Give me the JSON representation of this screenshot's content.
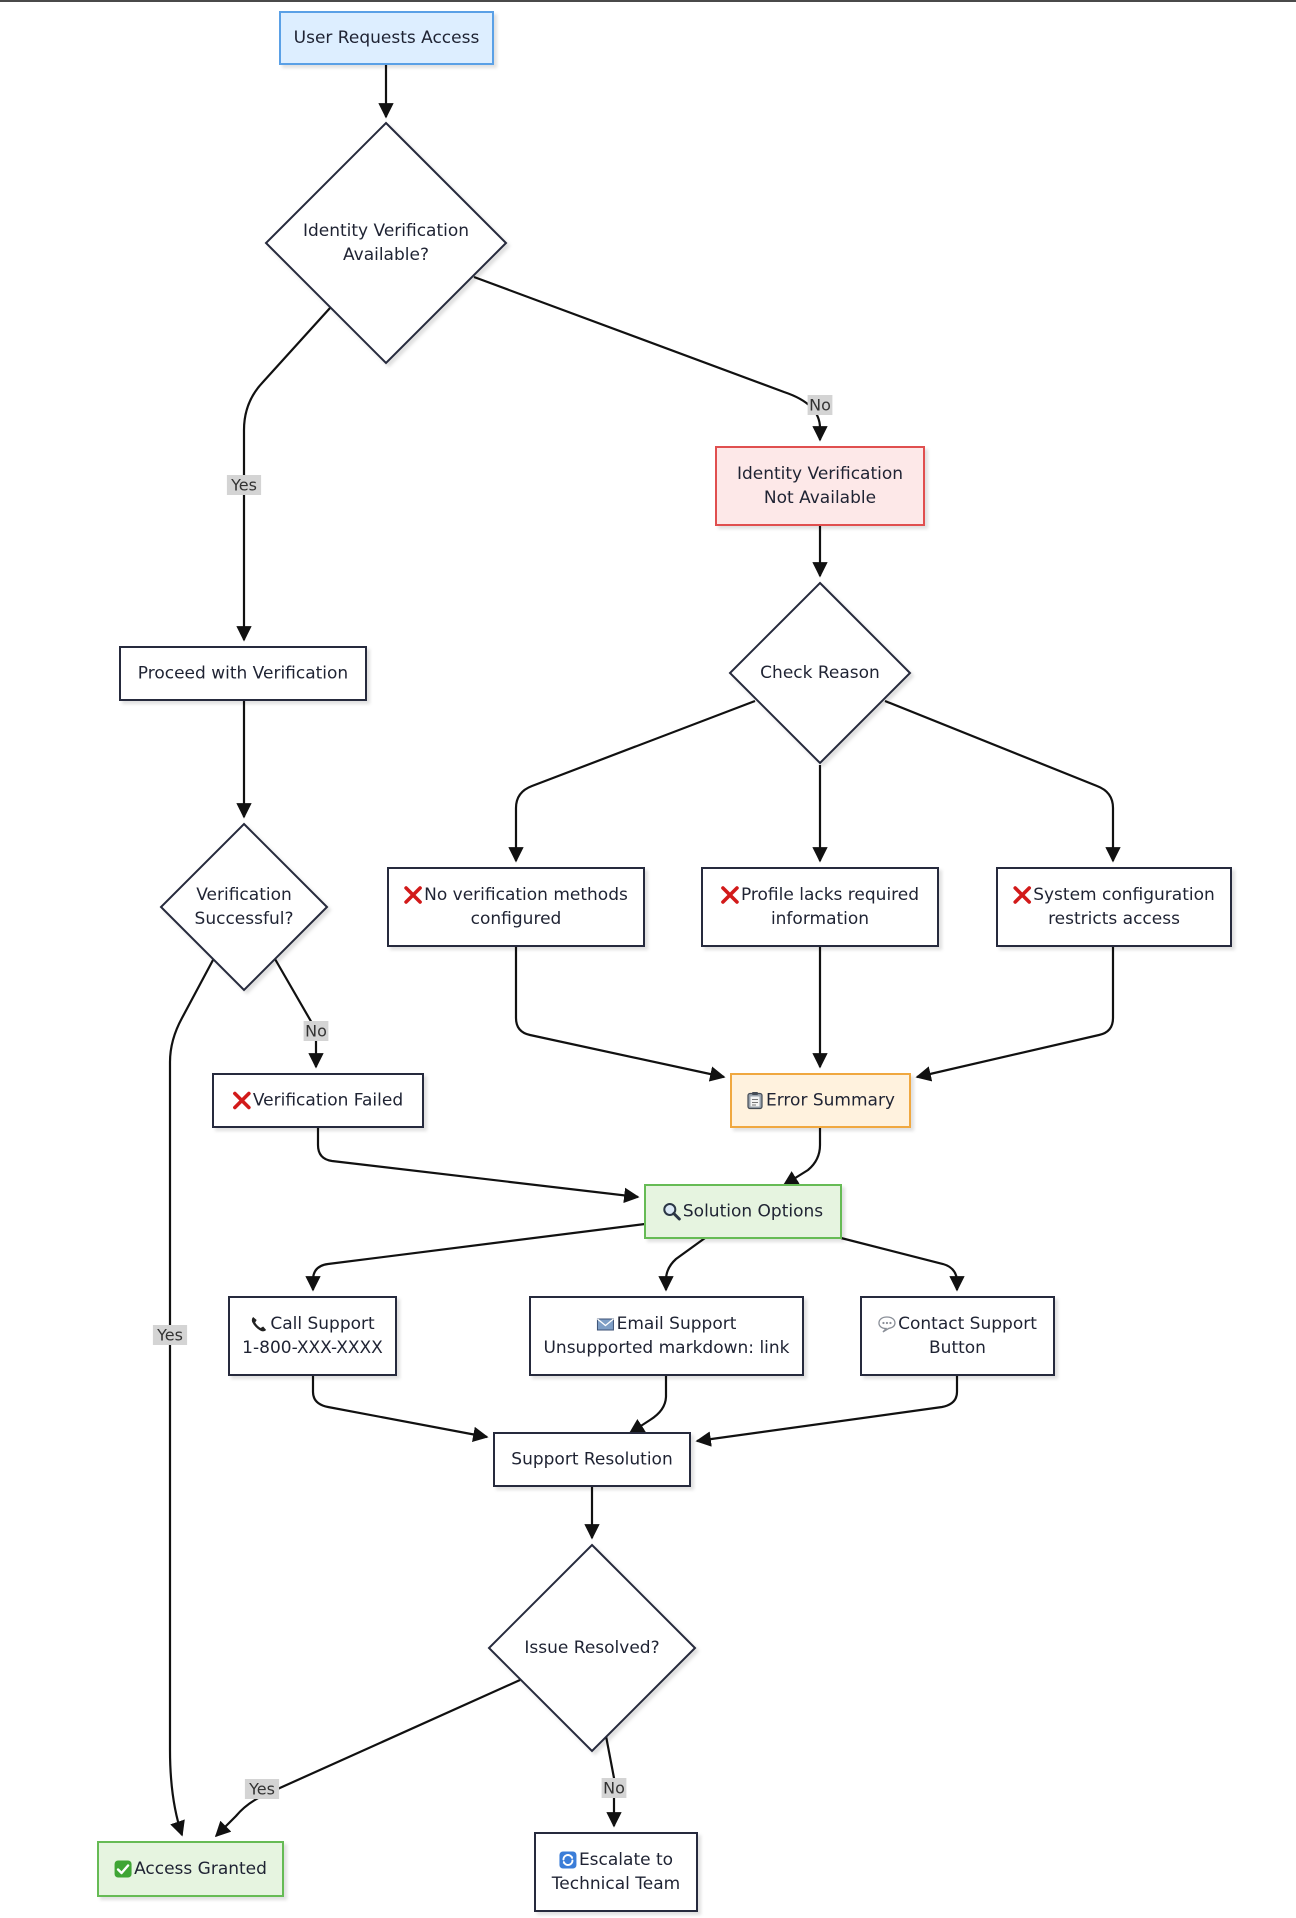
{
  "colors": {
    "start_fill": "#ddeeff",
    "start_stroke": "#5aa0e6",
    "error_fill": "#fde8e8",
    "error_stroke": "#e05050",
    "summary_fill": "#fff2de",
    "summary_stroke": "#f0a840",
    "success_fill": "#e6f4e0",
    "success_stroke": "#66bb55",
    "default_fill": "#ffffff",
    "default_stroke": "#262a3c",
    "edge": "#111111",
    "label_bg": "#d4d4d4"
  },
  "nodes": {
    "start": {
      "lines": [
        "User Requests Access"
      ]
    },
    "identity_check": {
      "lines": [
        "Identity Verification",
        "Available?"
      ]
    },
    "proceed": {
      "lines": [
        "Proceed with Verification"
      ]
    },
    "not_available": {
      "lines": [
        "Identity Verification",
        "Not Available"
      ]
    },
    "check_reason": {
      "lines": [
        "Check Reason"
      ]
    },
    "verify_success": {
      "lines": [
        "Verification",
        "Successful?"
      ]
    },
    "no_methods": {
      "icon": "red-x-icon",
      "lines": [
        "No verification methods",
        "configured"
      ]
    },
    "profile_lacks": {
      "icon": "red-x-icon",
      "lines": [
        "Profile lacks required",
        "information"
      ]
    },
    "system_config": {
      "icon": "red-x-icon",
      "lines": [
        "System configuration",
        "restricts access"
      ]
    },
    "verify_failed": {
      "icon": "red-x-icon",
      "lines": [
        "Verification Failed"
      ]
    },
    "error_summary": {
      "icon": "clipboard-icon",
      "lines": [
        "Error Summary"
      ]
    },
    "solution_options": {
      "icon": "magnifier-icon",
      "lines": [
        "Solution Options"
      ]
    },
    "call_support": {
      "icon": "phone-icon",
      "lines": [
        "Call Support",
        "1-800-XXX-XXXX"
      ]
    },
    "email_support": {
      "icon": "envelope-icon",
      "lines": [
        "Email Support",
        "Unsupported markdown: link"
      ]
    },
    "contact_support": {
      "icon": "speech-bubble-icon",
      "lines": [
        "Contact Support",
        "Button"
      ]
    },
    "support_resolution": {
      "lines": [
        "Support Resolution"
      ]
    },
    "issue_resolved": {
      "lines": [
        "Issue Resolved?"
      ]
    },
    "access_granted": {
      "icon": "check-mark-icon",
      "lines": [
        "Access Granted"
      ]
    },
    "escalate": {
      "icon": "refresh-icon",
      "lines": [
        "Escalate to",
        "Technical Team"
      ]
    }
  },
  "edge_labels": {
    "identity_yes": "Yes",
    "identity_no": "No",
    "verify_no": "No",
    "verify_yes": "Yes",
    "resolved_yes": "Yes",
    "resolved_no": "No"
  }
}
